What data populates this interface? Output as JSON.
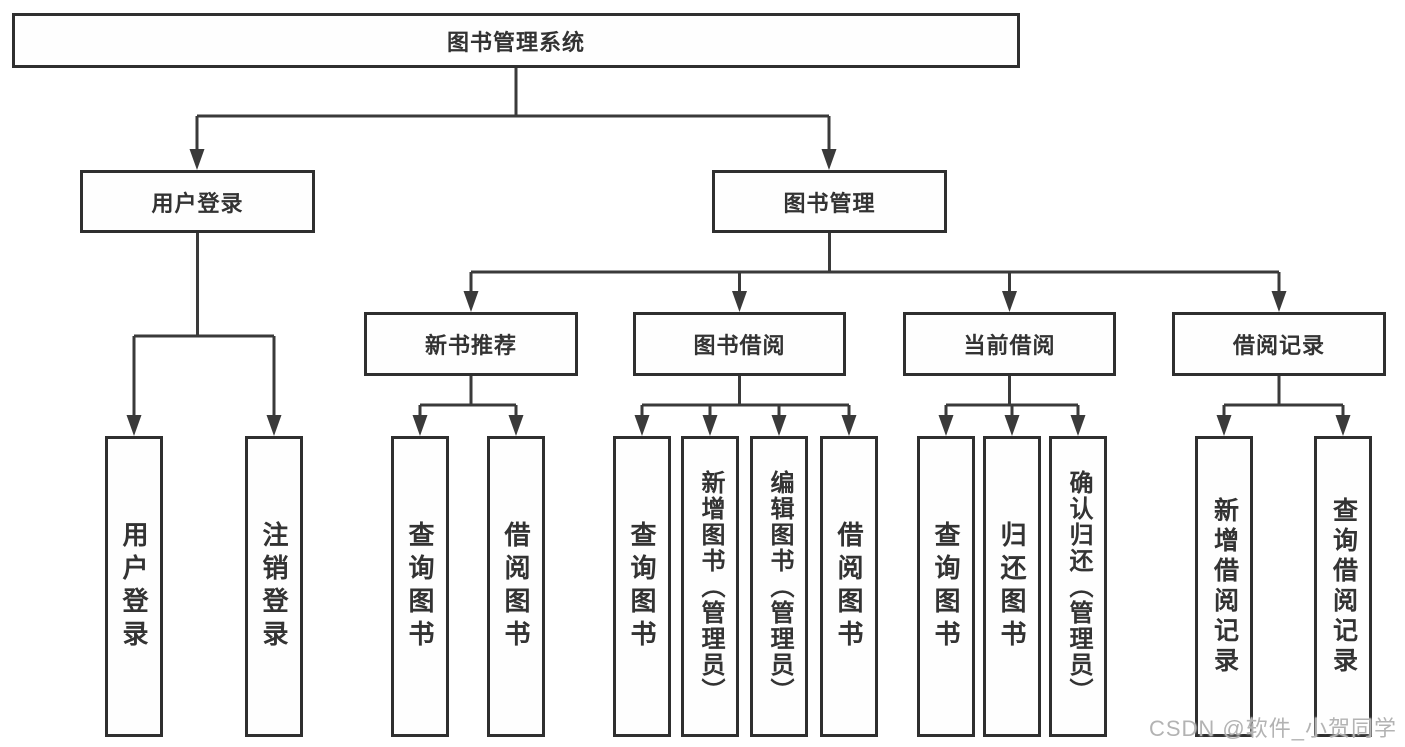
{
  "diagram": {
    "root": {
      "label": "图书管理系统"
    },
    "branches": [
      {
        "label": "用户登录",
        "children": [
          {
            "label": "用户登录"
          },
          {
            "label": "注销登录"
          }
        ]
      },
      {
        "label": "图书管理",
        "children": [
          {
            "label": "新书推荐",
            "children": [
              {
                "label": "查询图书"
              },
              {
                "label": "借阅图书"
              }
            ]
          },
          {
            "label": "图书借阅",
            "children": [
              {
                "label": "查询图书"
              },
              {
                "label": "新增图书（管理员）"
              },
              {
                "label": "编辑图书（管理员）"
              },
              {
                "label": "借阅图书"
              }
            ]
          },
          {
            "label": "当前借阅",
            "children": [
              {
                "label": "查询图书"
              },
              {
                "label": "归还图书"
              },
              {
                "label": "确认归还（管理员）"
              }
            ]
          },
          {
            "label": "借阅记录",
            "children": [
              {
                "label": "新增借阅记录"
              },
              {
                "label": "查询借阅记录"
              }
            ]
          }
        ]
      }
    ]
  },
  "watermark": {
    "text": "CSDN @软件_小贺同学"
  },
  "colors": {
    "line": "#3a3a3a",
    "box_border": "#2f2f2f",
    "text": "#333333",
    "watermark_text": "#b3b3b3"
  }
}
